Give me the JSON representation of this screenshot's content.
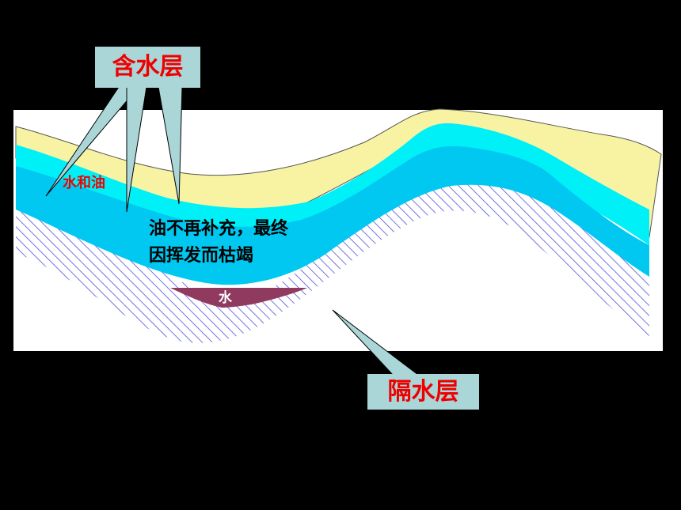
{
  "labels": {
    "aquifer": "含水层",
    "aquitard": "隔水层",
    "water_and_oil": "水和油",
    "evaporation_line1": "油不再补充，最终",
    "evaporation_line2": "因挥发而枯竭",
    "water_pocket": "水"
  },
  "colors": {
    "background": "#000000",
    "panel": "#ffffff",
    "sand_layer": "#f8f3a2",
    "aquifer_top": "#00f0f8",
    "aquifer_bottom": "#00c8f0",
    "hatch": "#5050dd",
    "water_pocket": "#903a60",
    "label_box": "#aad6d8",
    "label_text": "#ee0000"
  }
}
